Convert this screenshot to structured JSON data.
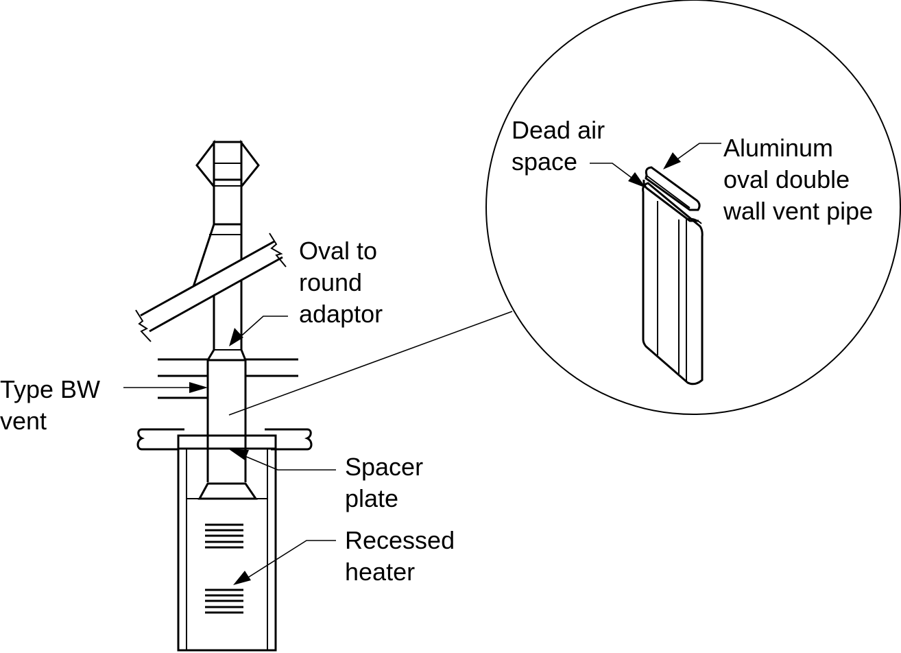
{
  "diagram": {
    "labels": {
      "oval_to_round": [
        "Oval to",
        "round",
        "adaptor"
      ],
      "type_bw": [
        "Type BW",
        "vent"
      ],
      "spacer": [
        "Spacer",
        "plate"
      ],
      "recessed": [
        "Recessed",
        "heater"
      ],
      "dead_air": [
        "Dead air",
        "space"
      ],
      "aluminum": [
        "Aluminum",
        "oval double",
        "wall vent pipe"
      ]
    },
    "colors": {
      "stroke": "#000000",
      "background": "#ffffff"
    }
  }
}
